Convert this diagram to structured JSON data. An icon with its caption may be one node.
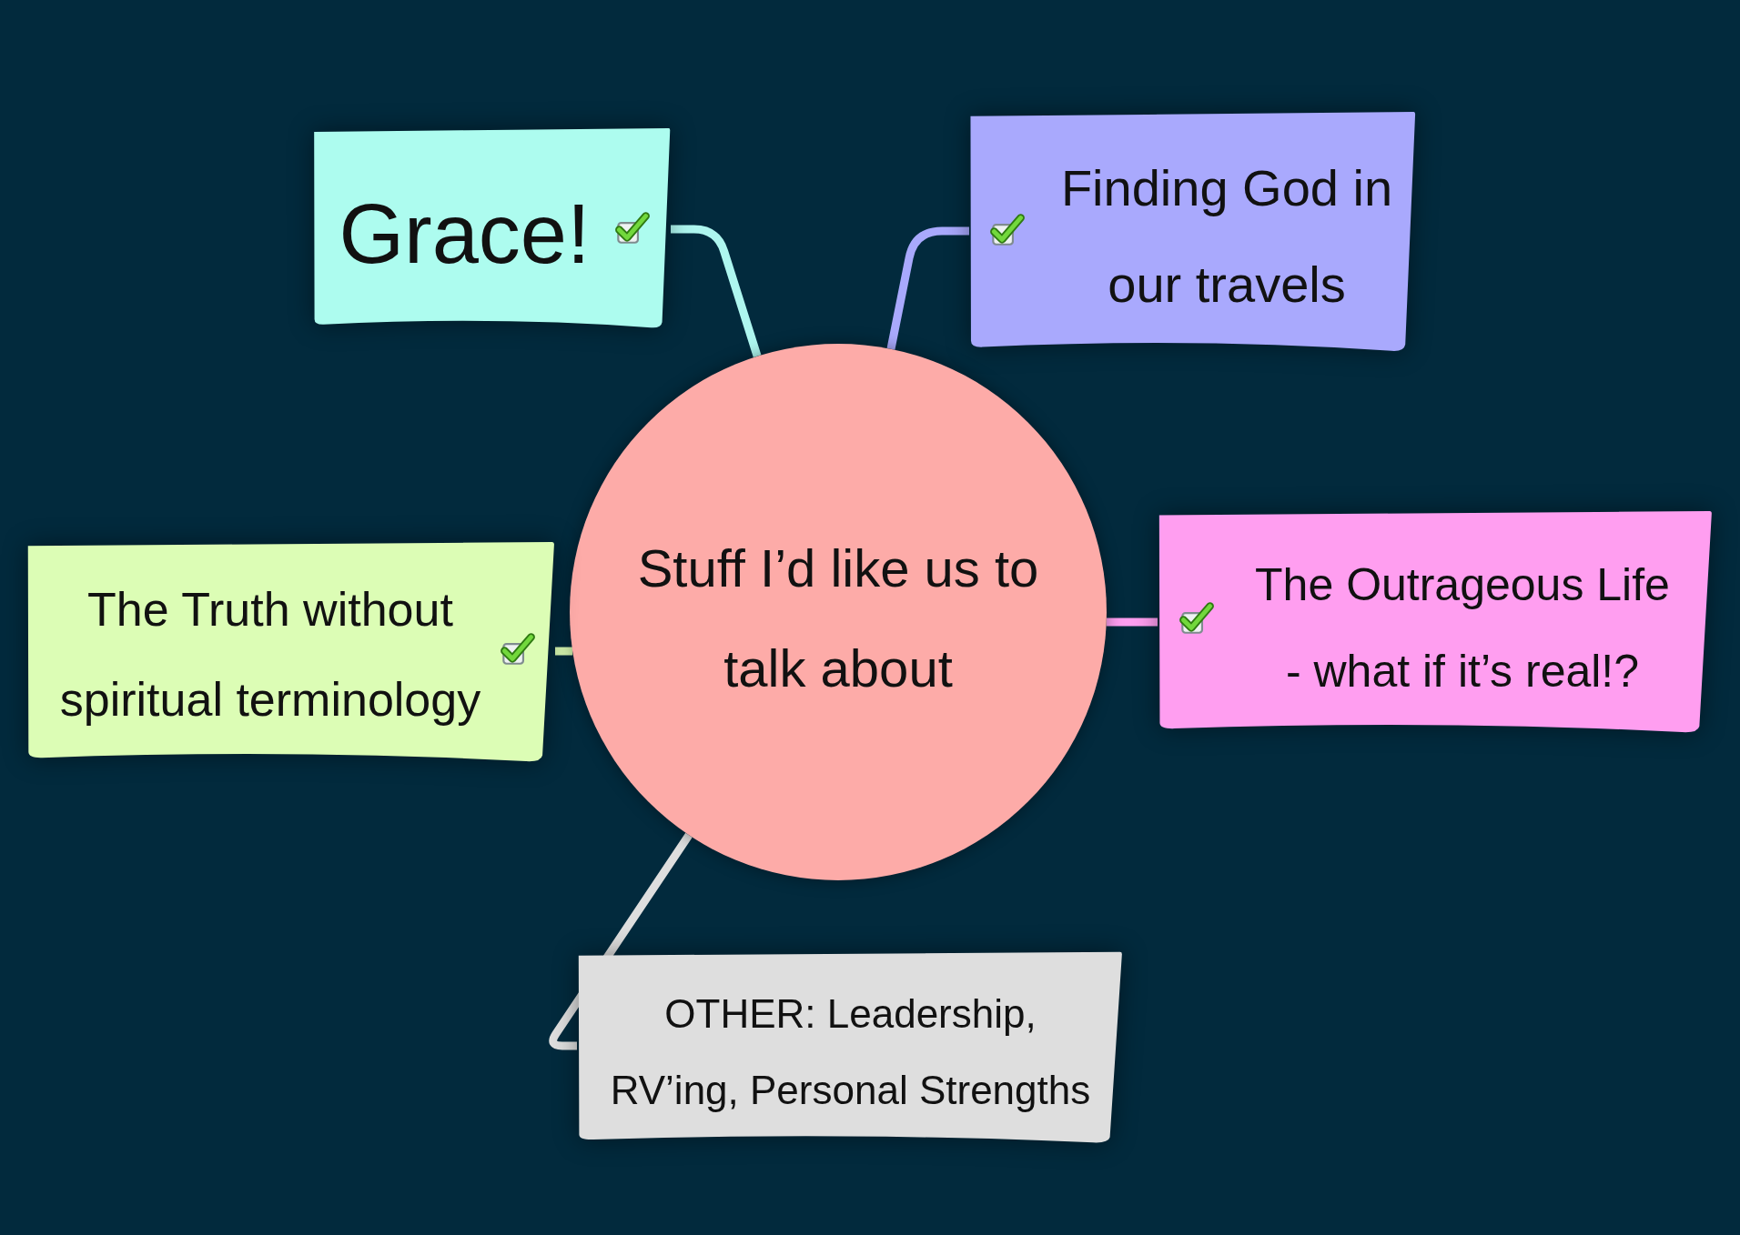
{
  "diagram": {
    "nodes": [
      {
        "text": [
          "Grace!"
        ]
      },
      {
        "text": [
          "Finding God in our travels"
        ]
      },
      {
        "text": [
          "Stuff I’d like us to talk about"
        ]
      },
      {
        "text": [
          "The Truth without spiritual terminology"
        ]
      },
      {
        "text": [
          "The Outrageous Life - what if it’s real!?"
        ]
      },
      {
        "text": [
          "OTHER: Leadership, RV’ing, Personal Strengths"
        ]
      }
    ],
    "edges": [
      {
        "from": 2,
        "to": 0,
        "arrow": "none",
        "color": "#aef6ef"
      },
      {
        "from": 2,
        "to": 1,
        "arrow": "none",
        "color": "#a9a9fd"
      },
      {
        "from": 2,
        "to": 3,
        "arrow": "none",
        "color": "#dcfdb5"
      },
      {
        "from": 2,
        "to": 4,
        "arrow": "none",
        "color": "#ff9ef0"
      },
      {
        "from": 2,
        "to": 5,
        "arrow": "none",
        "color": "#dedede"
      }
    ]
  }
}
